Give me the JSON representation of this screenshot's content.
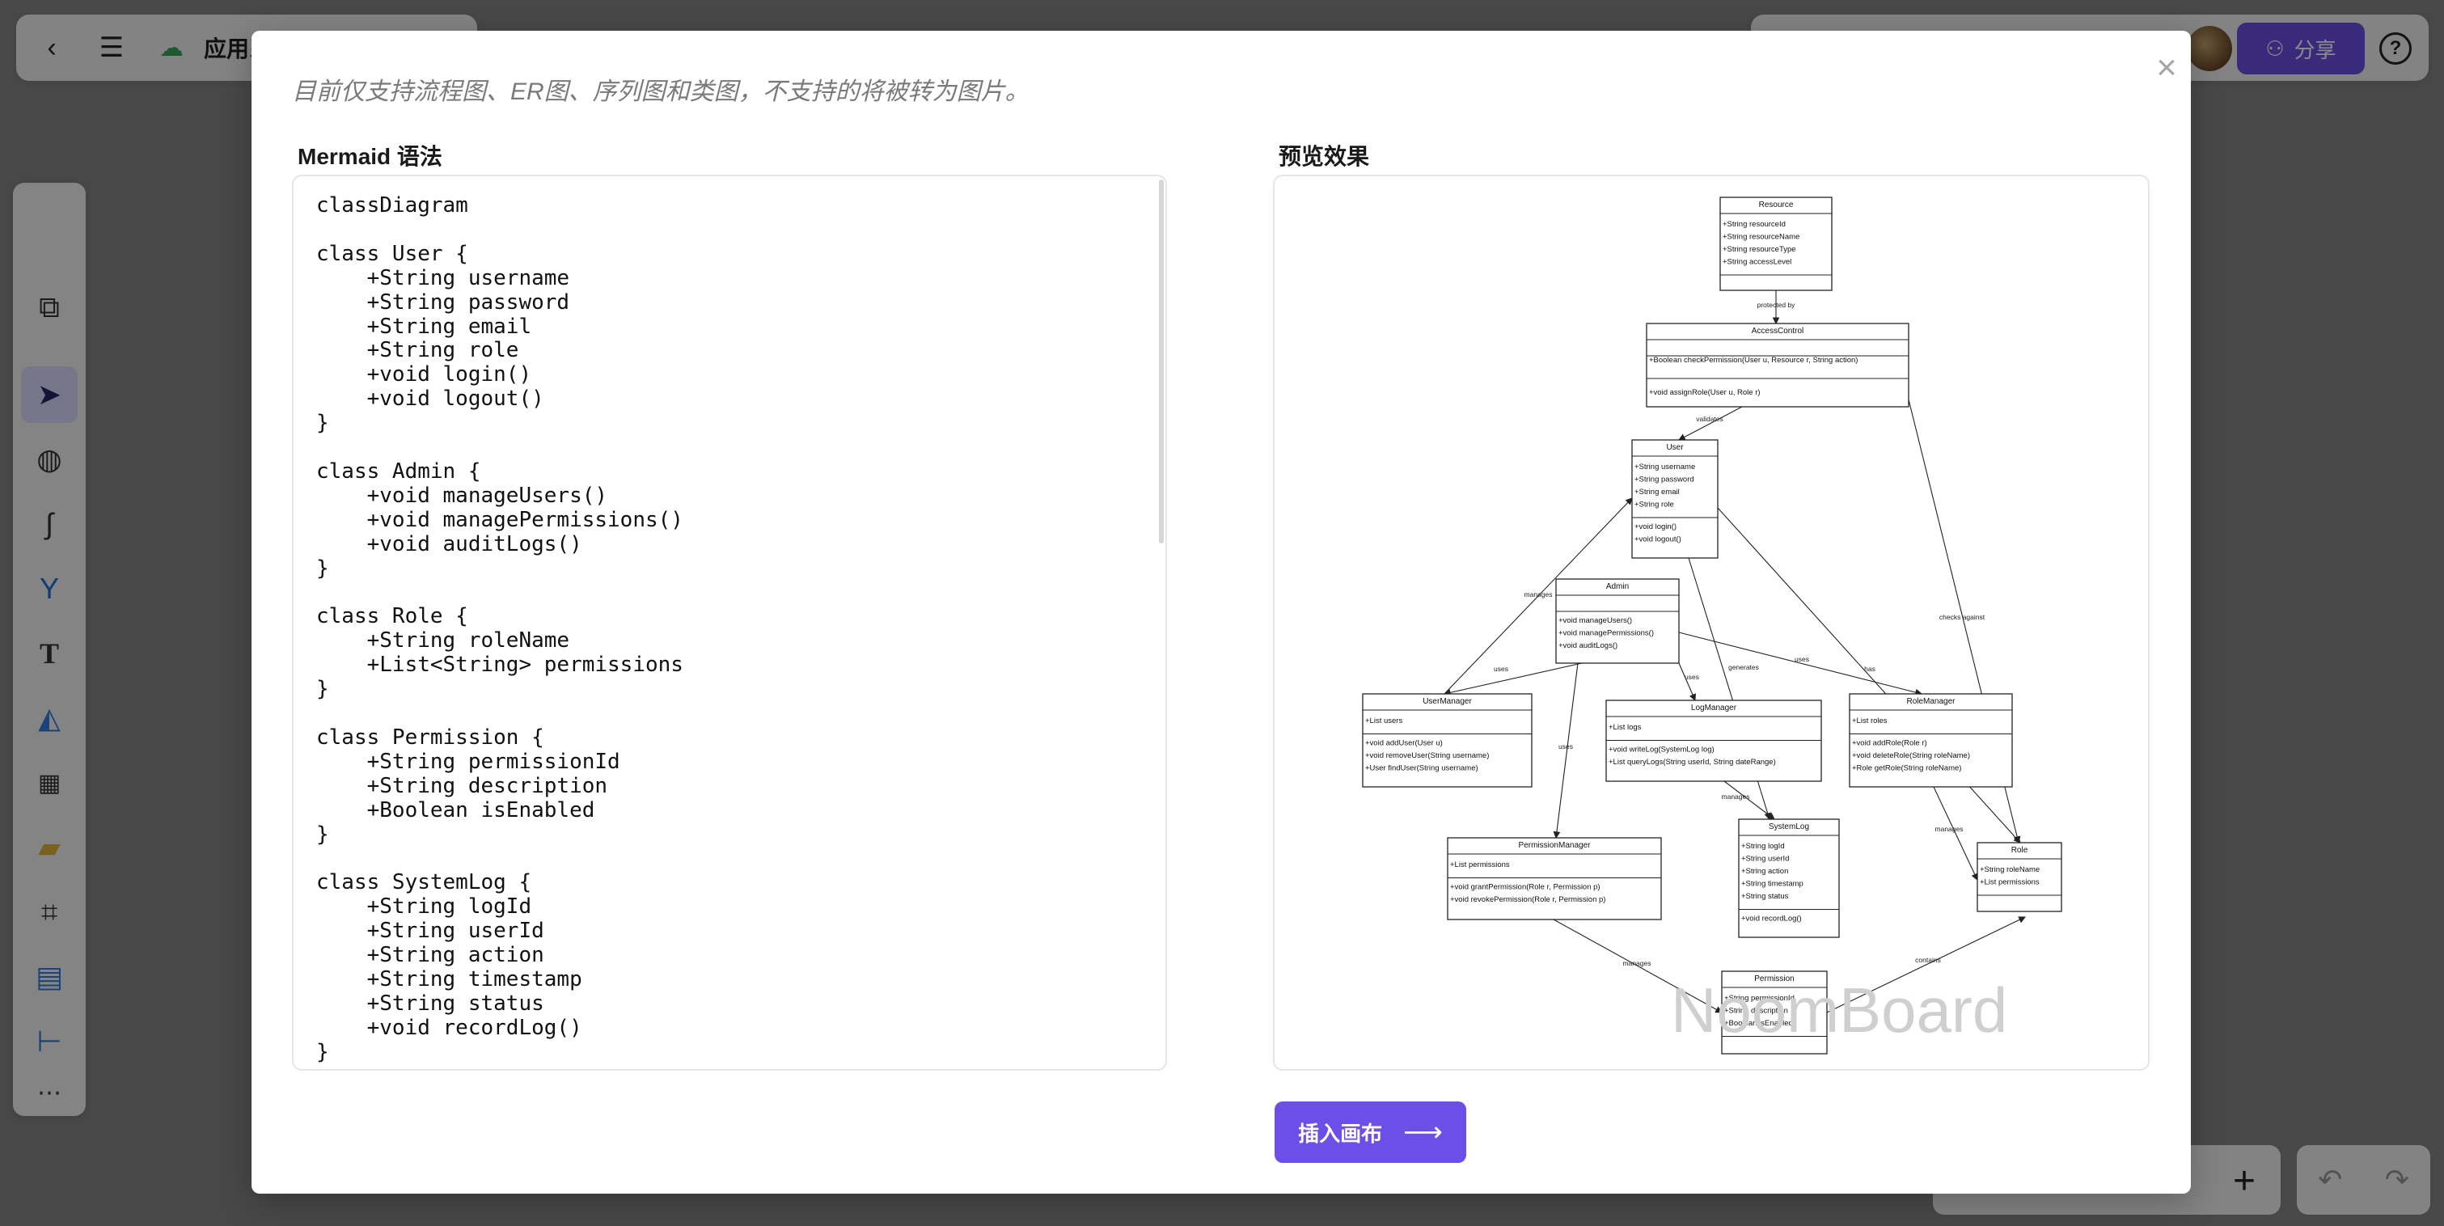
{
  "app": {
    "title": "应用系",
    "share_label": "分享",
    "help_label": "?"
  },
  "toolbar": {
    "tools": [
      "ai-assistant",
      "templates",
      "select",
      "shapes",
      "connector",
      "mindmap",
      "text",
      "fill",
      "components",
      "sticky-note",
      "frame",
      "table",
      "tree",
      "more"
    ],
    "active_tool": "select"
  },
  "modal": {
    "notice": "目前仅支持流程图、ER图、序列图和类图，不支持的将被转为图片。",
    "close_label": "×",
    "code_section_label": "Mermaid 语法",
    "preview_section_label": "预览效果",
    "insert_button_label": "插入画布",
    "code_lines": [
      "classDiagram",
      "",
      "class User {",
      "    +String username",
      "    +String password",
      "    +String email",
      "    +String role",
      "    +void login()",
      "    +void logout()",
      "}",
      "",
      "class Admin {",
      "    +void manageUsers()",
      "    +void managePermissions()",
      "    +void auditLogs()",
      "}",
      "",
      "class Role {",
      "    +String roleName",
      "    +List<String> permissions",
      "}",
      "",
      "class Permission {",
      "    +String permissionId",
      "    +String description",
      "    +Boolean isEnabled",
      "}",
      "",
      "class SystemLog {",
      "    +String logId",
      "    +String userId",
      "    +String action",
      "    +String timestamp",
      "    +String status",
      "    +void recordLog()",
      "}"
    ]
  },
  "diagram": {
    "watermark": "NoomBoard",
    "classes": [
      {
        "name": "Resource",
        "attrs": [
          "+String resourceId",
          "+String resourceName",
          "+String resourceType",
          "+String accessLevel"
        ],
        "methods": []
      },
      {
        "name": "AccessControl",
        "attrs": [],
        "methods": [
          "+Boolean checkPermission(User u, Resource r, String action)",
          "+void assignRole(User u, Role r)"
        ]
      },
      {
        "name": "User",
        "attrs": [
          "+String username",
          "+String password",
          "+String email",
          "+String role"
        ],
        "methods": [
          "+void login()",
          "+void logout()"
        ]
      },
      {
        "name": "Admin",
        "attrs": [],
        "methods": [
          "+void manageUsers()",
          "+void managePermissions()",
          "+void auditLogs()"
        ]
      },
      {
        "name": "UserManager",
        "attrs": [
          "+List users"
        ],
        "methods": [
          "+void addUser(User u)",
          "+void removeUser(String username)",
          "+User findUser(String username)"
        ]
      },
      {
        "name": "LogManager",
        "attrs": [
          "+List logs"
        ],
        "methods": [
          "+void writeLog(SystemLog log)",
          "+List queryLogs(String userId, String dateRange)"
        ]
      },
      {
        "name": "RoleManager",
        "attrs": [
          "+List roles"
        ],
        "methods": [
          "+void addRole(Role r)",
          "+void deleteRole(String roleName)",
          "+Role getRole(String roleName)"
        ]
      },
      {
        "name": "PermissionManager",
        "attrs": [
          "+List permissions"
        ],
        "methods": [
          "+void grantPermission(Role r, Permission p)",
          "+void revokePermission(Role r, Permission p)"
        ]
      },
      {
        "name": "SystemLog",
        "attrs": [
          "+String logId",
          "+String userId",
          "+String action",
          "+String timestamp",
          "+String status"
        ],
        "methods": [
          "+void recordLog()"
        ]
      },
      {
        "name": "Role",
        "attrs": [
          "+String roleName",
          "+List permissions"
        ],
        "methods": []
      },
      {
        "name": "Permission",
        "attrs": [
          "+String permissionId",
          "+String description",
          "+Boolean isEnabled"
        ],
        "methods": []
      }
    ],
    "relations": [
      {
        "from": "Resource",
        "to": "AccessControl",
        "label": "protected by"
      },
      {
        "from": "AccessControl",
        "to": "User",
        "label": "validates"
      },
      {
        "from": "AccessControl",
        "to": "Role",
        "label": "checks against"
      },
      {
        "from": "UserManager",
        "to": "User",
        "label": "manages"
      },
      {
        "from": "Admin",
        "to": "UserManager",
        "label": "uses"
      },
      {
        "from": "Admin",
        "to": "LogManager",
        "label": "uses"
      },
      {
        "from": "Admin",
        "to": "RoleManager",
        "label": "uses"
      },
      {
        "from": "Admin",
        "to": "PermissionManager",
        "label": "uses"
      },
      {
        "from": "User",
        "to": "SystemLog",
        "label": "generates"
      },
      {
        "from": "User",
        "to": "Role",
        "label": "has"
      },
      {
        "from": "LogManager",
        "to": "SystemLog",
        "label": "manages"
      },
      {
        "from": "RoleManager",
        "to": "Role",
        "label": "manages"
      },
      {
        "from": "PermissionManager",
        "to": "Permission",
        "label": "manages"
      },
      {
        "from": "Permission",
        "to": "Role",
        "label": "contains"
      }
    ]
  },
  "colors": {
    "accent": "#6c4fe6",
    "overlay": "rgba(0,0,0,0.46)"
  }
}
